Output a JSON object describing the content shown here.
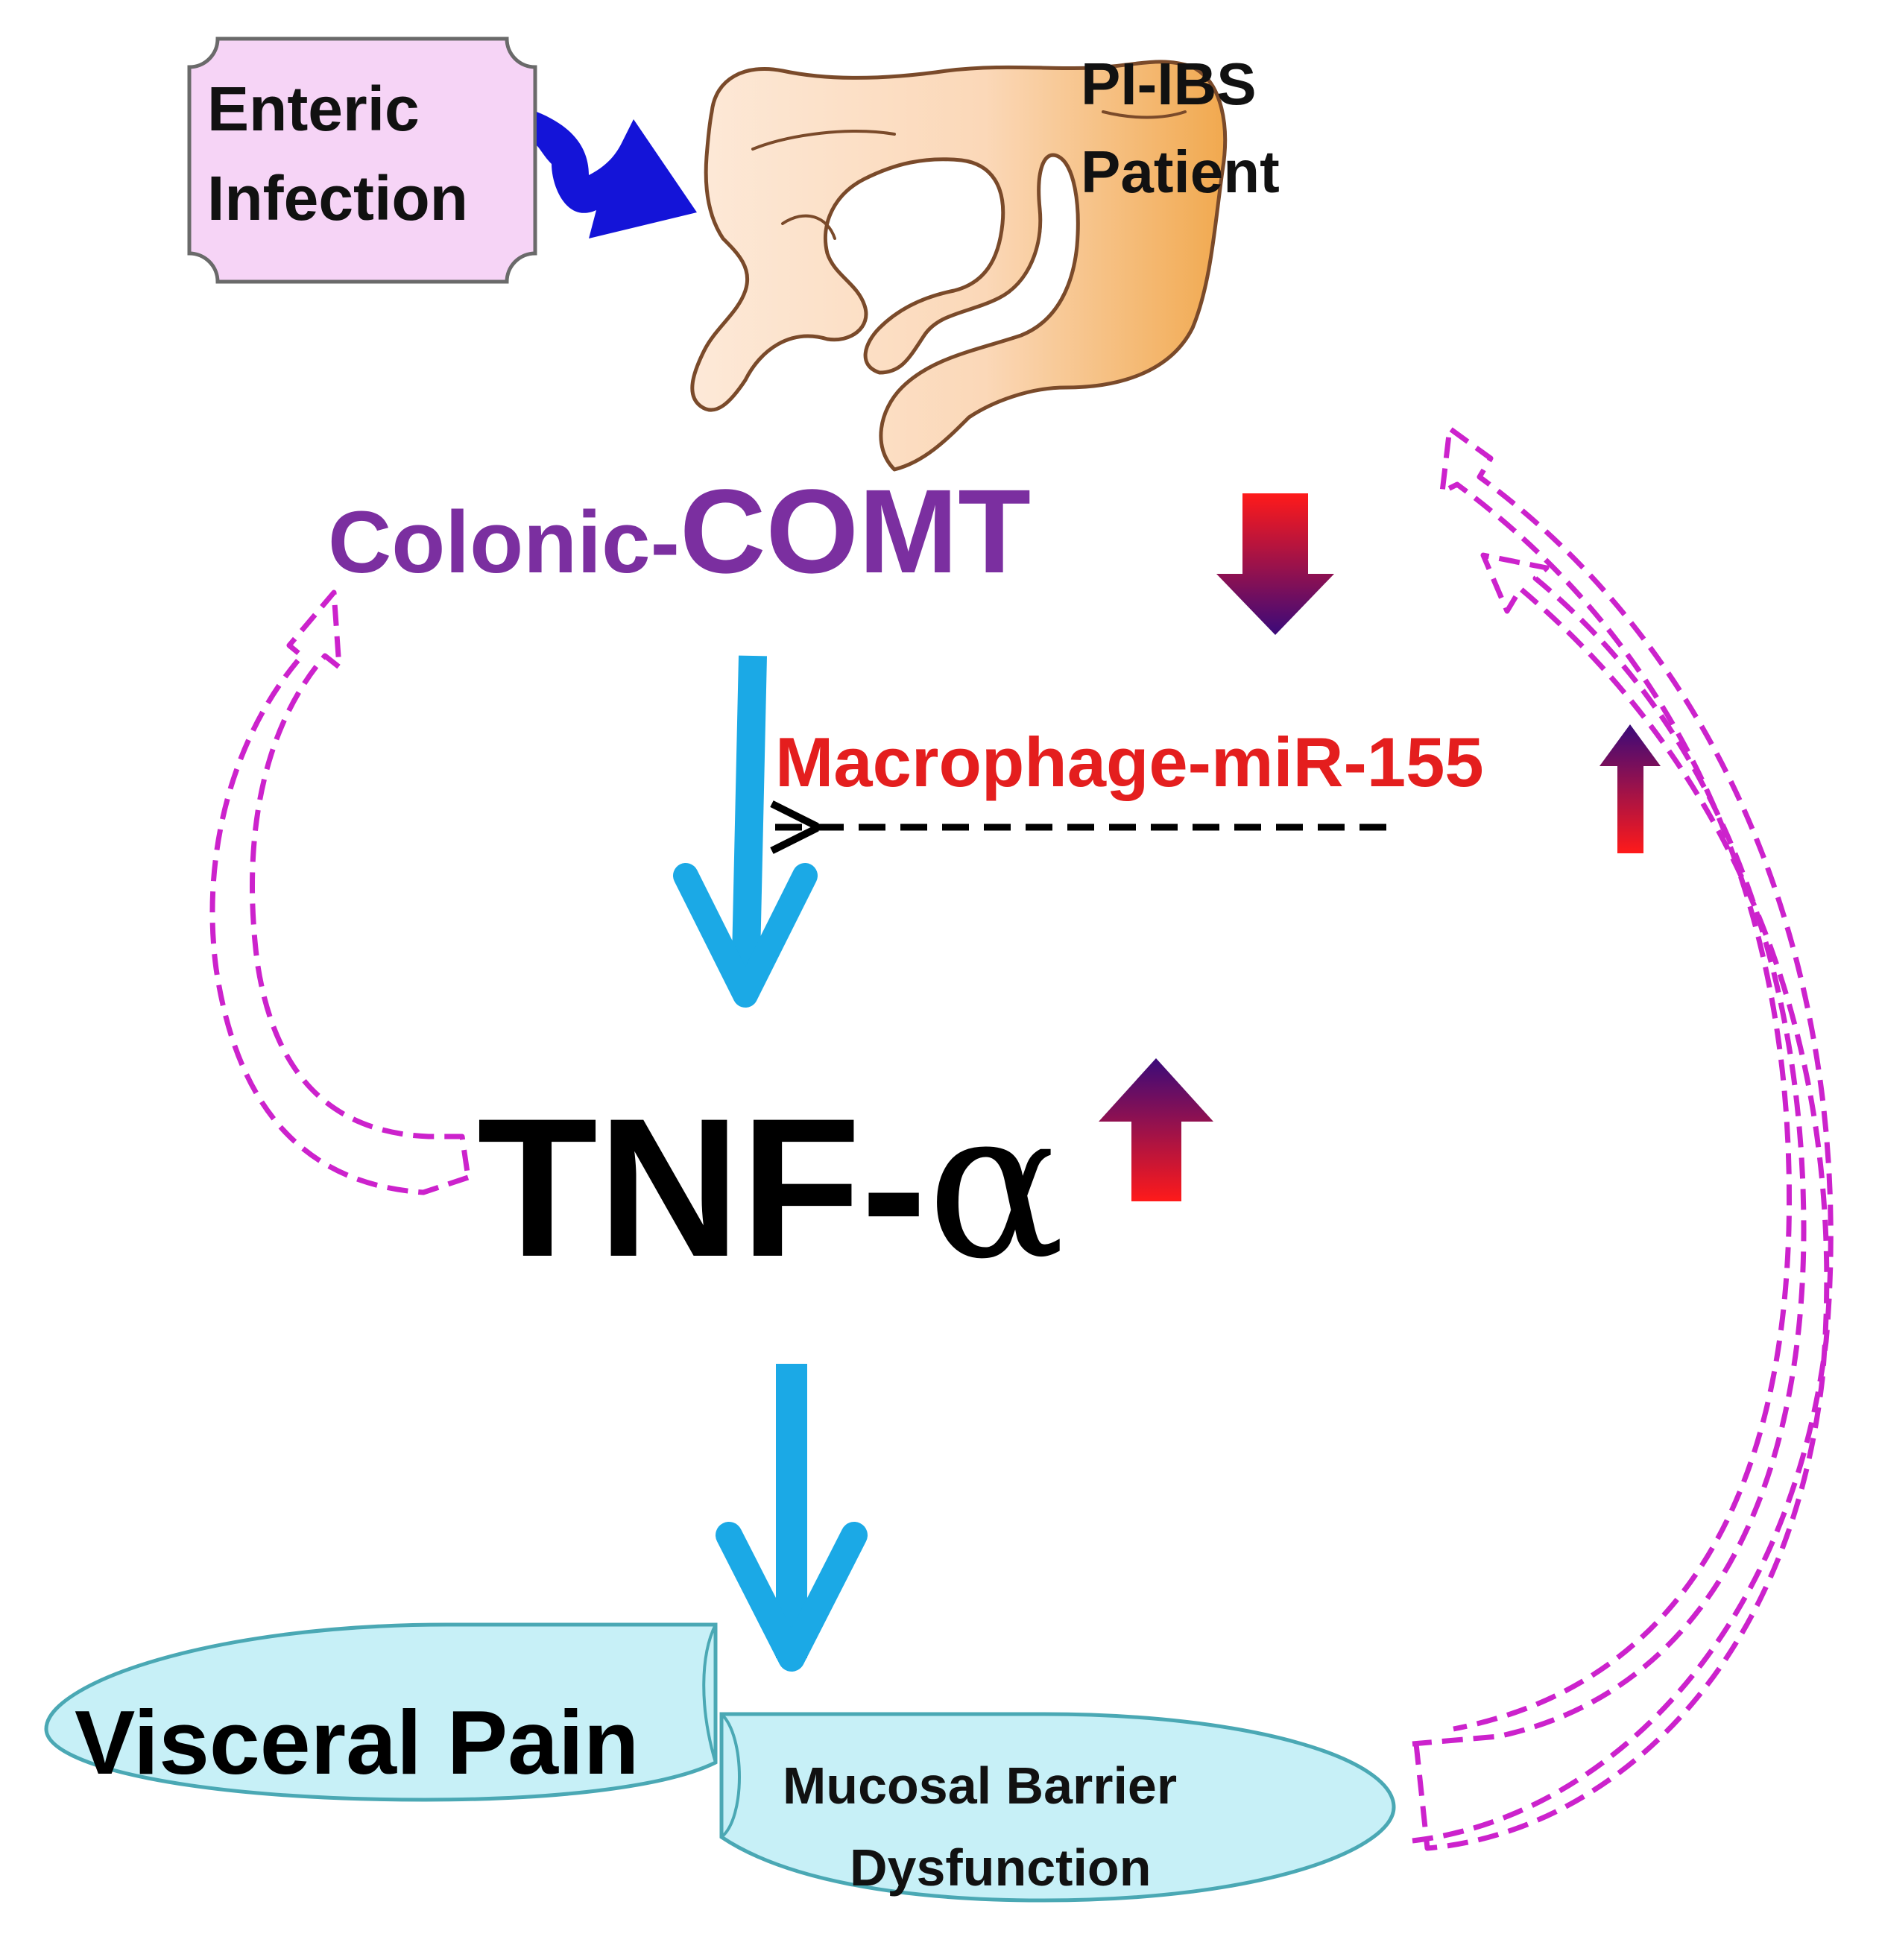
{
  "colors": {
    "purple_text": "#7b2fa0",
    "macrophage_red": "#e41e1e",
    "cyan_arrow": "#1ba9e6",
    "magenta_dashed": "#cc22cc",
    "infection_box_fill": "#f6d4f6",
    "ellipse_fill": "#c7f0f7",
    "colon_light": "#fde6d4",
    "colon_orange": "#f3b363",
    "blue_arrow": "#1414d8"
  },
  "icons": {
    "colon": "colon-illustration-icon",
    "down_indicator": "gradient-down-arrow-icon",
    "up_indicator": "gradient-up-arrow-icon"
  },
  "labels": {
    "infection_line1": "Enteric",
    "infection_line2": "Infection",
    "patient_line1": "PI-IBS",
    "patient_line2": "Patient",
    "comt_prefix": "Colonic-",
    "comt_main": "COMT",
    "macrophage": "Macrophage-miR-155",
    "tnf": "TNF-",
    "alpha": "α",
    "pain": "Visceral Pain",
    "barrier_line1": "Mucosal Barrier",
    "barrier_line2": "Dysfunction"
  }
}
